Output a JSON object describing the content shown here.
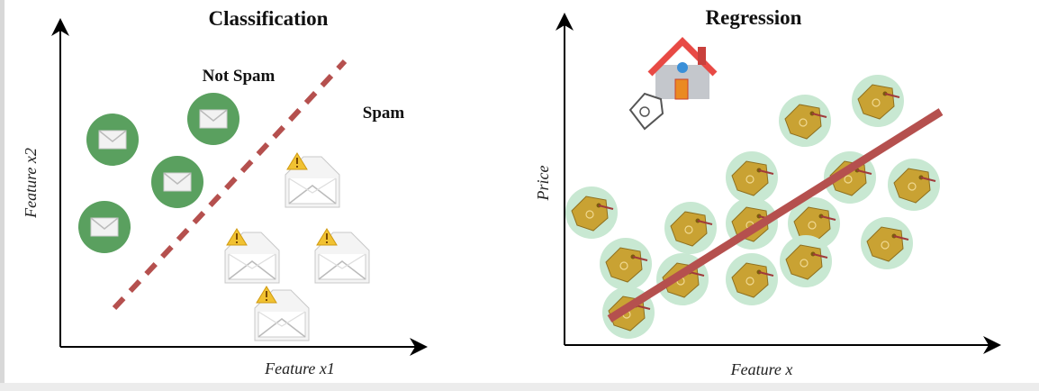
{
  "classification": {
    "title": "Classification",
    "x_label": "Feature x1",
    "y_label": "Feature x2",
    "class_labels": {
      "not_spam": "Not Spam",
      "spam": "Spam"
    },
    "boundary_color": "#b5504e",
    "not_spam_count": 4,
    "spam_count": 4
  },
  "regression": {
    "title": "Regression",
    "x_label": "Feature x",
    "y_label": "Price",
    "line_color": "#b5504e",
    "points_count": 15
  }
}
